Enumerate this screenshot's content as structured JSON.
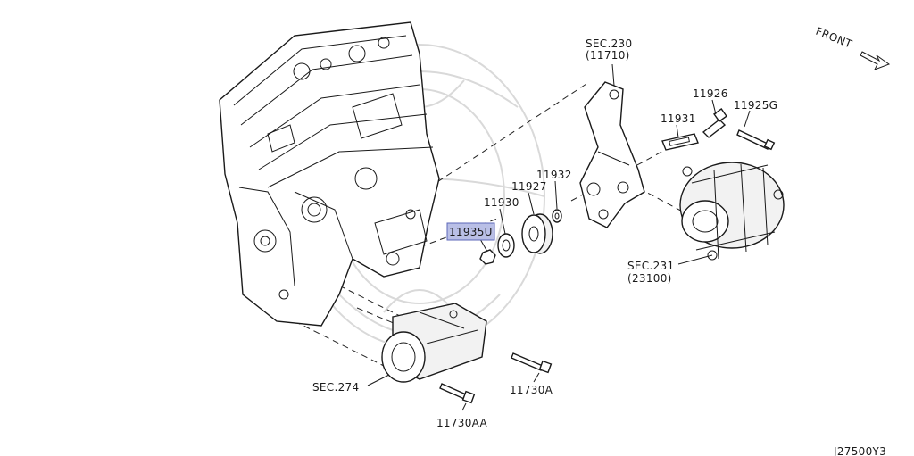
{
  "orientation": {
    "label": "FRONT"
  },
  "diagram_code": "J27500Y3",
  "highlight_color": "#b9bfe6",
  "callouts": {
    "sec230": {
      "line1": "SEC.230",
      "line2": "(11710)"
    },
    "p11926": "11926",
    "p11925g": "11925G",
    "p11931": "11931",
    "p11932": "11932",
    "p11927": "11927",
    "p11930": "11930",
    "p11935u": "11935U",
    "sec231": {
      "line1": "SEC.231",
      "line2": "(23100)"
    },
    "sec274": "SEC.274",
    "p11730a": "11730A",
    "p11730aa": "11730AA"
  }
}
